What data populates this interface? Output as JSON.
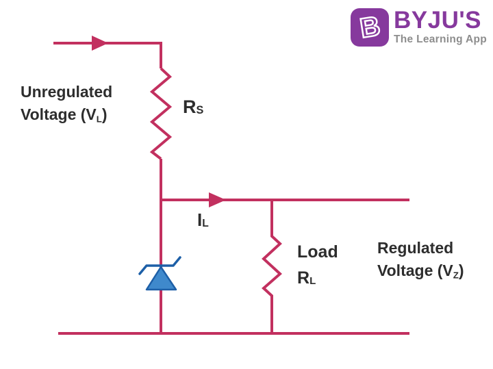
{
  "colors": {
    "wire": "#c2305f",
    "diode_fill": "#3f89cc",
    "diode_stroke": "#1d5fa7",
    "text": "#2d2d2d",
    "brand_purple": "#86399d",
    "tagline_gray": "#8d8d8d",
    "background": "#ffffff"
  },
  "labels": {
    "unregulated": {
      "line1": "Unregulated",
      "line2_prefix": "Voltage (V",
      "line2_sub": "L",
      "line2_suffix": ")"
    },
    "series_resistor": {
      "main": "R",
      "sub": "S"
    },
    "load_current": {
      "main": "I",
      "sub": "L"
    },
    "load": {
      "line1": "Load",
      "line2_main": "R",
      "line2_sub": "L"
    },
    "regulated": {
      "line1": "Regulated",
      "line2_prefix": "Voltage (V",
      "line2_sub": "Z",
      "line2_suffix": ")"
    }
  },
  "logo": {
    "badge_letter": "B",
    "brand": "BYJU'S",
    "tagline": "The Learning App"
  }
}
